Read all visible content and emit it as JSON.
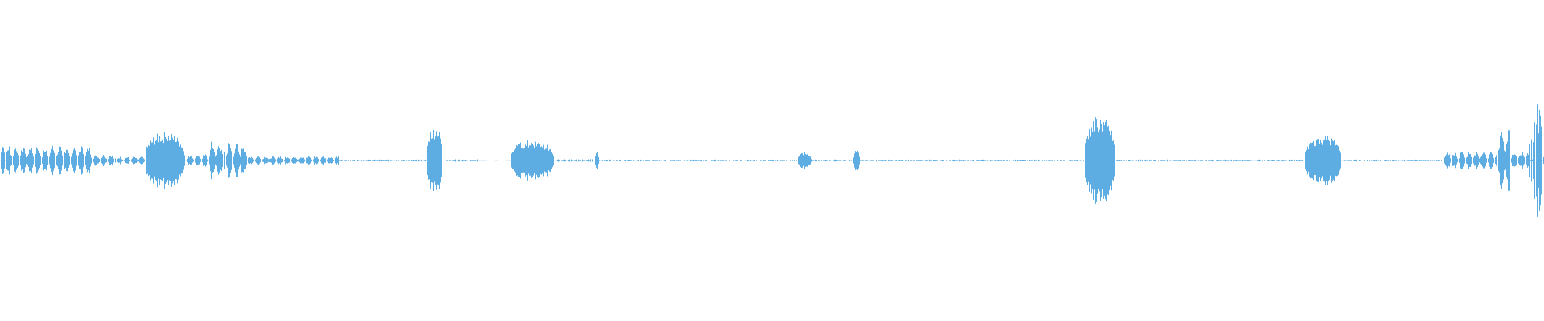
{
  "waveform": {
    "color": "#5dade2",
    "background": "#ffffff",
    "duration_fraction_segments": [
      {
        "start": 0.0,
        "end": 0.003,
        "amplitude": 0.06,
        "style": "pulse"
      },
      {
        "start": 0.003,
        "end": 0.06,
        "amplitude": 0.05,
        "style": "pulses"
      },
      {
        "start": 0.06,
        "end": 0.075,
        "amplitude": 0.02,
        "style": "pulses"
      },
      {
        "start": 0.075,
        "end": 0.094,
        "amplitude": 0.012,
        "style": "pulses"
      },
      {
        "start": 0.094,
        "end": 0.121,
        "amplitude": 0.09,
        "style": "block"
      },
      {
        "start": 0.121,
        "end": 0.135,
        "amplitude": 0.02,
        "style": "pulses"
      },
      {
        "start": 0.135,
        "end": 0.146,
        "amplitude": 0.06,
        "style": "pulses"
      },
      {
        "start": 0.146,
        "end": 0.16,
        "amplitude": 0.06,
        "style": "pulses"
      },
      {
        "start": 0.16,
        "end": 0.22,
        "amplitude": 0.015,
        "style": "pulses"
      },
      {
        "start": 0.22,
        "end": 0.276,
        "amplitude": 0.003,
        "style": "dashes"
      },
      {
        "start": 0.276,
        "end": 0.287,
        "amplitude": 0.11,
        "style": "block"
      },
      {
        "start": 0.287,
        "end": 0.31,
        "amplitude": 0.004,
        "style": "dashes"
      },
      {
        "start": 0.33,
        "end": 0.36,
        "amplitude": 0.065,
        "style": "block"
      },
      {
        "start": 0.36,
        "end": 0.385,
        "amplitude": 0.004,
        "style": "dashes"
      },
      {
        "start": 0.385,
        "end": 0.388,
        "amplitude": 0.03,
        "style": "pulse"
      },
      {
        "start": 0.388,
        "end": 0.516,
        "amplitude": 0.003,
        "style": "dashes"
      },
      {
        "start": 0.516,
        "end": 0.526,
        "amplitude": 0.025,
        "style": "block"
      },
      {
        "start": 0.526,
        "end": 0.552,
        "amplitude": 0.003,
        "style": "dashes"
      },
      {
        "start": 0.552,
        "end": 0.557,
        "amplitude": 0.04,
        "style": "pulse"
      },
      {
        "start": 0.557,
        "end": 0.702,
        "amplitude": 0.003,
        "style": "dashes"
      },
      {
        "start": 0.702,
        "end": 0.723,
        "amplitude": 0.14,
        "style": "block"
      },
      {
        "start": 0.723,
        "end": 0.845,
        "amplitude": 0.003,
        "style": "dashes"
      },
      {
        "start": 0.845,
        "end": 0.87,
        "amplitude": 0.08,
        "style": "block"
      },
      {
        "start": 0.87,
        "end": 0.935,
        "amplitude": 0.003,
        "style": "dashes"
      },
      {
        "start": 0.935,
        "end": 0.97,
        "amplitude": 0.03,
        "style": "pulses"
      },
      {
        "start": 0.97,
        "end": 0.978,
        "amplitude": 0.11,
        "style": "pulses"
      },
      {
        "start": 0.978,
        "end": 0.99,
        "amplitude": 0.03,
        "style": "pulses"
      },
      {
        "start": 0.99,
        "end": 1.0,
        "amplitude": 0.28,
        "style": "spikes"
      }
    ]
  }
}
